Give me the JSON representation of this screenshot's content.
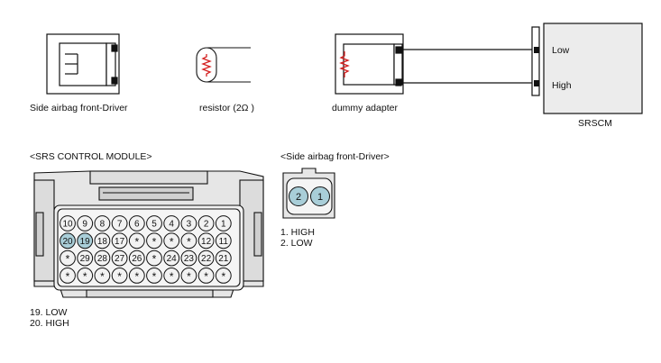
{
  "colors": {
    "line": "#111111",
    "connector_fill": "#e6e6e6",
    "connector_inner": "#f1f1f1",
    "pin_fill": "#f2f2f2",
    "pin_highlight": "#a9ced8",
    "resistor": "#d42020",
    "srscm_fill": "#ececec"
  },
  "icons": {
    "resistor": "resistor-zigzag-icon",
    "connector": "connector-housing-icon"
  },
  "labels": {
    "side_airbag_driver": "Side airbag front-Driver",
    "resistor": "resistor (2Ω )",
    "dummy_adapter": "dummy adapter",
    "srscm": "SRSCM",
    "srscm_low": "Low",
    "srscm_high": "High"
  },
  "srs_module": {
    "title": "<SRS CONTROL MODULE>",
    "rows": [
      [
        "10",
        "9",
        "8",
        "7",
        "6",
        "5",
        "4",
        "3",
        "2",
        "1"
      ],
      [
        "20",
        "19",
        "18",
        "17",
        "*",
        "*",
        "*",
        "*",
        "12",
        "11"
      ],
      [
        "*",
        "29",
        "28",
        "27",
        "26",
        "*",
        "24",
        "23",
        "22",
        "21"
      ],
      [
        "*",
        "*",
        "*",
        "*",
        "*",
        "*",
        "*",
        "*",
        "*",
        "*"
      ]
    ],
    "highlighted": [
      "20",
      "19"
    ],
    "legend": [
      "19. LOW",
      "20. HIGH"
    ]
  },
  "side_connector": {
    "title": "<Side airbag front-Driver>",
    "pins": [
      "2",
      "1"
    ],
    "legend": [
      "1. HIGH",
      "2. LOW"
    ]
  }
}
